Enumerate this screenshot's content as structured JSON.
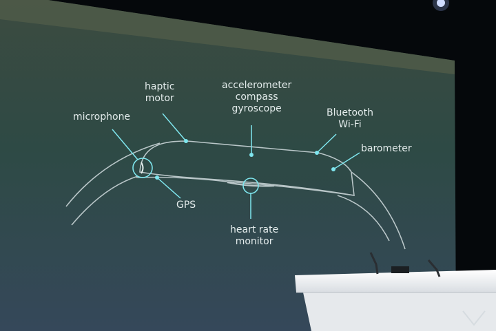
{
  "labels": {
    "haptic": [
      "haptic",
      "motor"
    ],
    "sensors": [
      "accelerometer",
      "compass",
      "gyroscope"
    ],
    "microphone": "microphone",
    "bluetooth": [
      "Bluetooth",
      "Wi-Fi"
    ],
    "barometer": "barometer",
    "gps": "GPS",
    "heart_rate": [
      "heart rate",
      "monitor"
    ]
  },
  "colors": {
    "screen_top": "#3a4c44",
    "screen_mid": "#2f4a46",
    "screen_bottom": "#344852",
    "outline": "#b9c6c8",
    "callout": "#7fe6ee",
    "label": "#e4ecec",
    "podium": "#f2f4f6"
  }
}
